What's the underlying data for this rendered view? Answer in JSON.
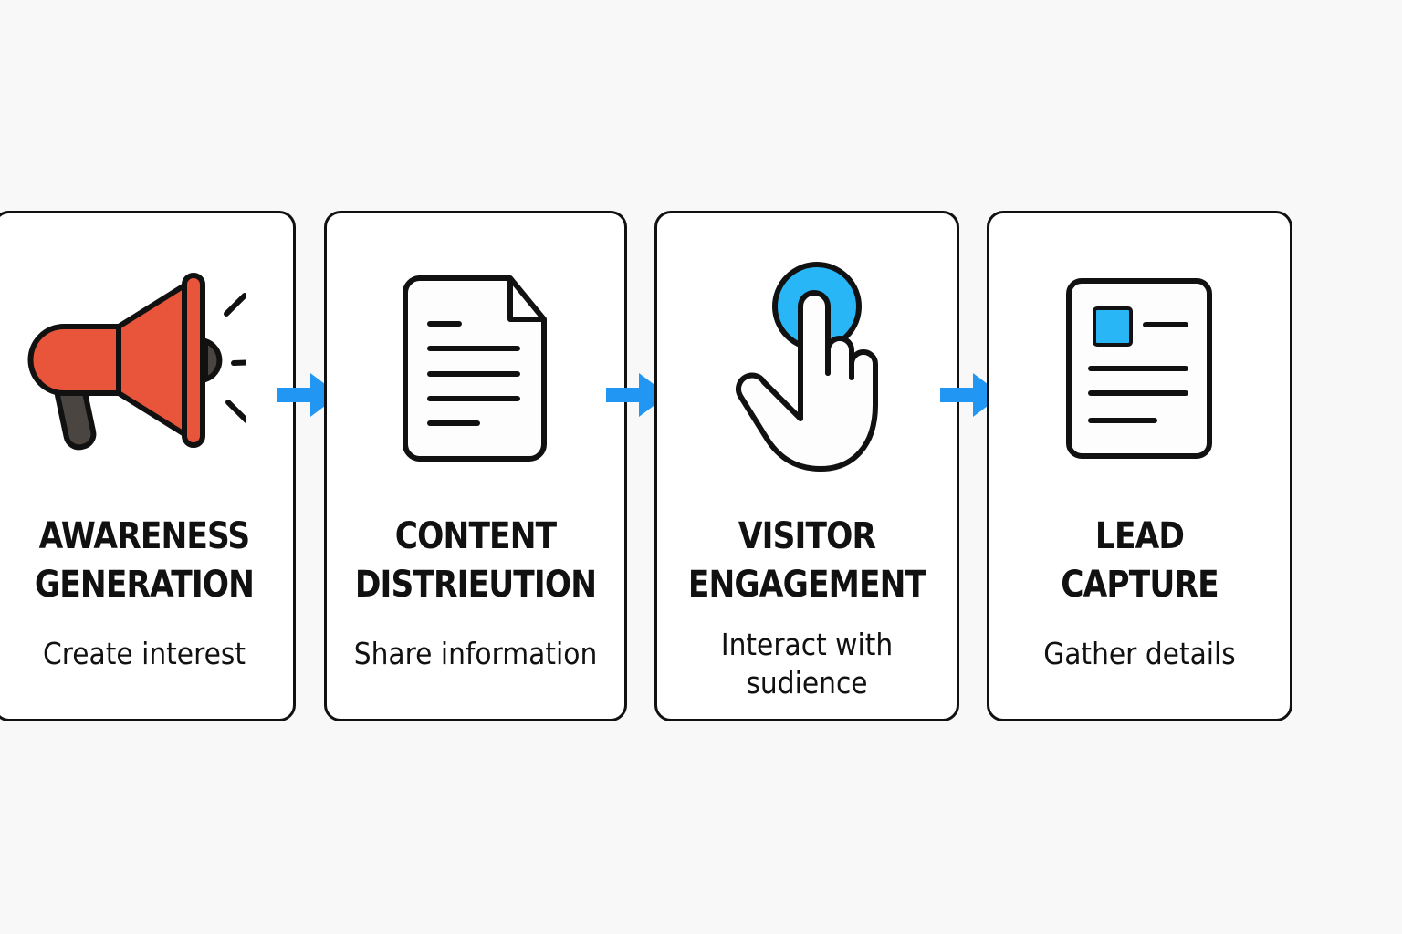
{
  "diagram": {
    "accent_color": "#2196f3",
    "stages": [
      {
        "title": "AWARENESS\nGENERATION",
        "subtitle": "Create interest",
        "icon": "megaphone-icon",
        "icon_color": "#e8553a"
      },
      {
        "title": "CONTENT\nDISTRIEUTION",
        "subtitle": "Share information",
        "icon": "document-icon"
      },
      {
        "title": "VISITOR\nENGAGEMENT",
        "subtitle": "Interact with\nsudience",
        "icon": "pointer-hand-icon",
        "icon_color": "#29b6f6"
      },
      {
        "title": "LEAD\nCAPTURE",
        "subtitle": "Gather details",
        "icon": "form-icon",
        "icon_color": "#29b6f6"
      }
    ],
    "connectors": [
      "arrow-right",
      "arrow-right",
      "arrow-right"
    ]
  }
}
